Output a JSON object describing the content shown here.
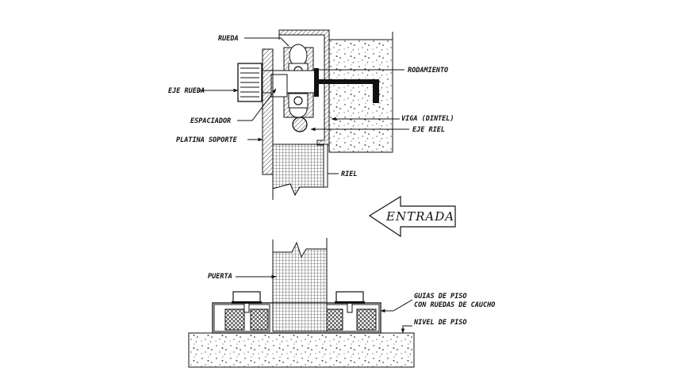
{
  "labels": {
    "rueda": "RUEDA",
    "rodamiento": "RODAMIENTO",
    "eje_rueda": "EJE RUEDA",
    "espaciador": "ESPACIADOR",
    "viga": "VIGA (DINTEL)",
    "eje_riel": "EJE RIEL",
    "platina": "PLATINA SOPORTE",
    "riel": "RIEL",
    "entrada": "ENTRADA",
    "puerta": "PUERTA",
    "guias_1": "GUIAS DE PISO",
    "guias_2": "CON RUEDAS DE CAUCHO",
    "nivel": "NIVEL DE PISO"
  },
  "colors": {
    "ink": "#111111",
    "background": "#ffffff"
  }
}
